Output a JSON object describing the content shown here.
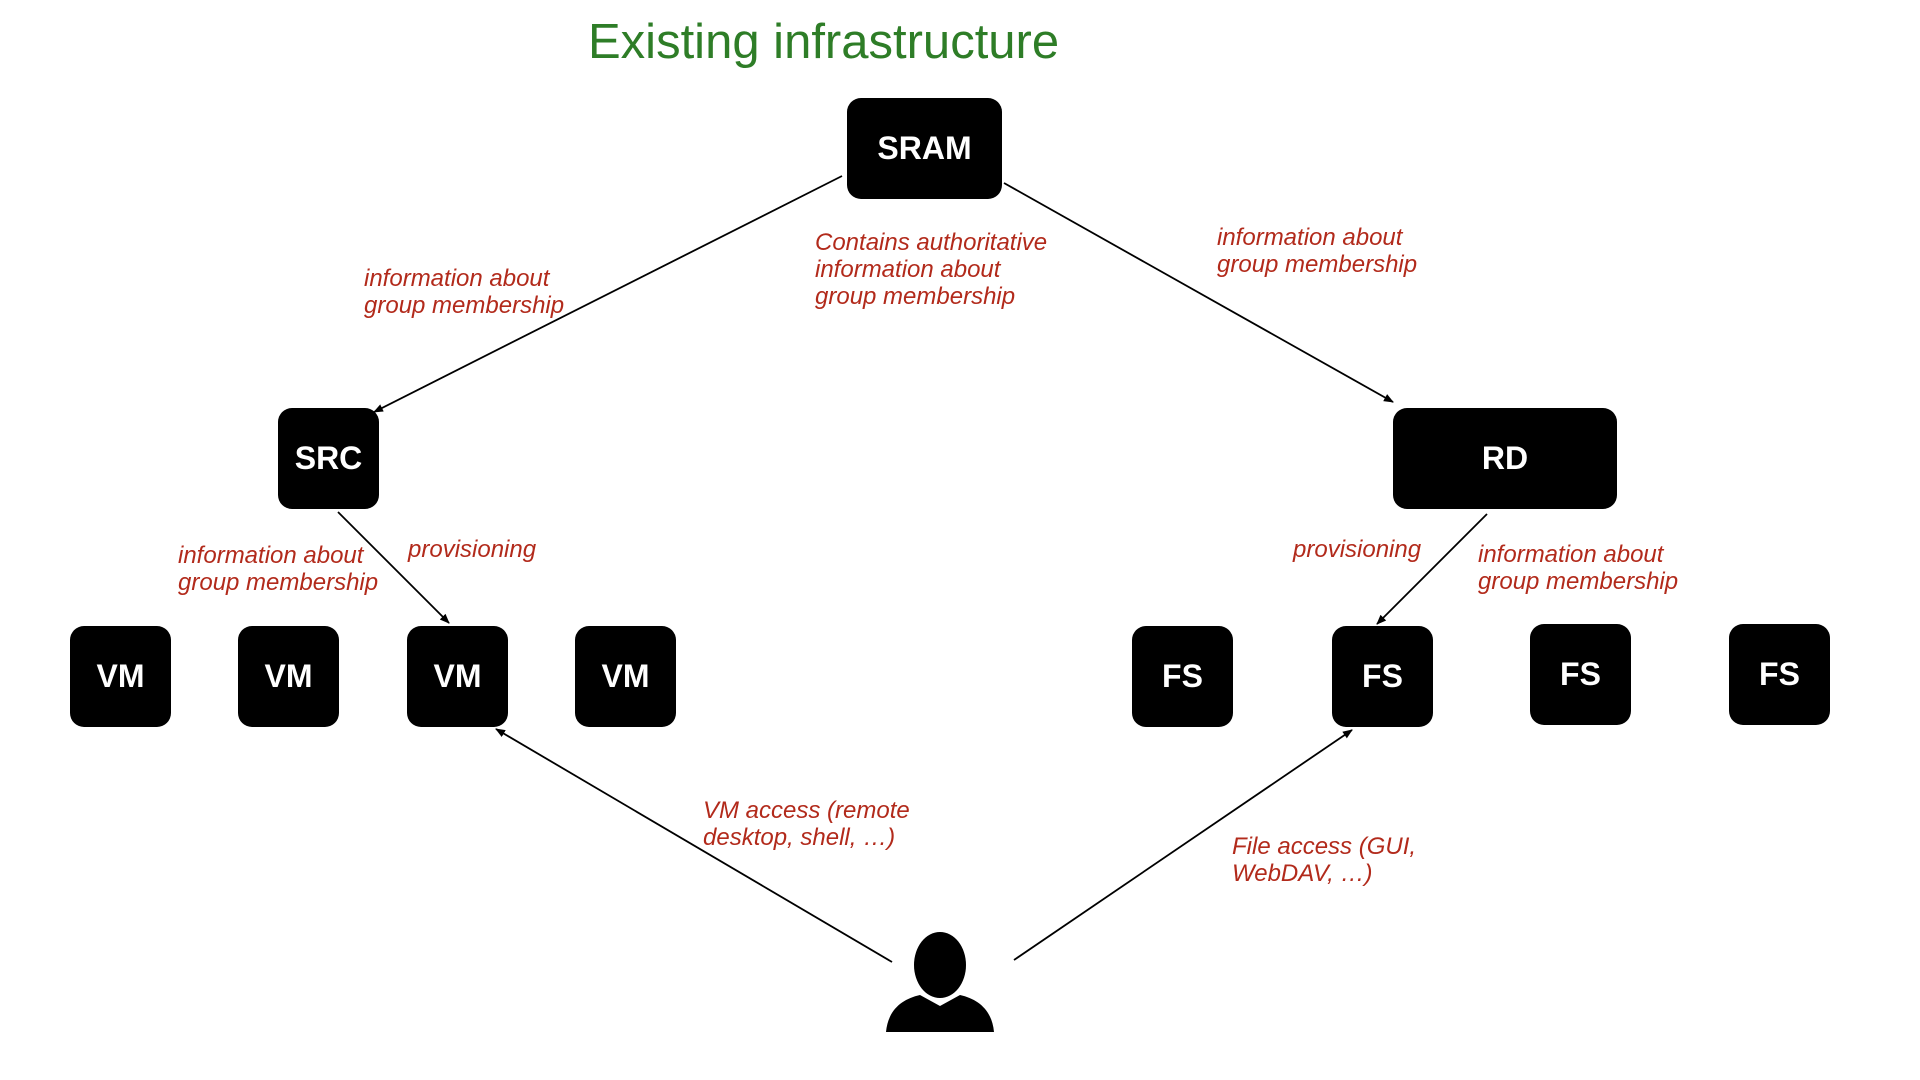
{
  "title": "Existing infrastructure",
  "colors": {
    "title": "#2e7d27",
    "label": "#b22a1b",
    "node_fill": "#000000",
    "node_text": "#ffffff"
  },
  "nodes": {
    "sram": "SRAM",
    "src": "SRC",
    "rd": "RD",
    "vm": [
      "VM",
      "VM",
      "VM",
      "VM"
    ],
    "fs": [
      "FS",
      "FS",
      "FS",
      "FS"
    ],
    "user_icon": "person-icon"
  },
  "labels": {
    "sram_note": "Contains authoritative\ninformation about\ngroup membership",
    "sram_to_src": "information about\ngroup membership",
    "sram_to_rd": "information about\ngroup membership",
    "src_group_info": "information about\ngroup membership",
    "src_provisioning": "provisioning",
    "rd_provisioning": "provisioning",
    "rd_group_info": "information about\ngroup membership",
    "vm_access": "VM access (remote\ndesktop, shell, …)",
    "file_access": "File access (GUI,\nWebDAV, …)"
  }
}
